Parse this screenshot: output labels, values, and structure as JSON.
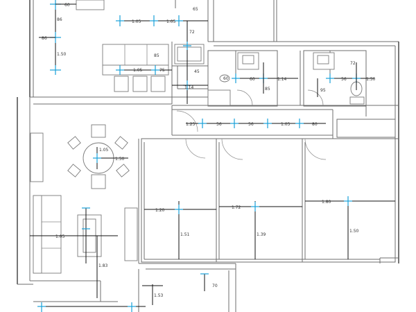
{
  "plan": {
    "colors": {
      "background": "#ffffff",
      "wall": "#6e6e6e",
      "dimension_line": "#111111",
      "dimension_marker": "#18a0d8"
    },
    "dimensions": {
      "top_small": "60",
      "d1": "1.05",
      "d2": "1.05",
      "d3": "65",
      "d4": "72",
      "d5": "86",
      "d6": "86",
      "d7": "1.50",
      "d8": "1.05",
      "d9": "75",
      "d10": "45",
      "d11": "85",
      "d12": "1.14",
      "d13": "60",
      "d14": "60",
      "d15": "85",
      "d16": "72",
      "d17": "1.14",
      "d18": "1.50",
      "d19": "95",
      "d20": "56",
      "d21": "56",
      "d22": "56",
      "d23": "1.05",
      "d24": "80",
      "d25": "1.25",
      "d26": "1.05",
      "d27": "1.50",
      "d28": "1.20",
      "d29": "1.51",
      "d30": "1.72",
      "d31": "1.39",
      "d32": "1.80",
      "d33": "1.50",
      "d34": "1.05",
      "d35": "1.83",
      "d36": "1.53",
      "d37": "70"
    }
  }
}
